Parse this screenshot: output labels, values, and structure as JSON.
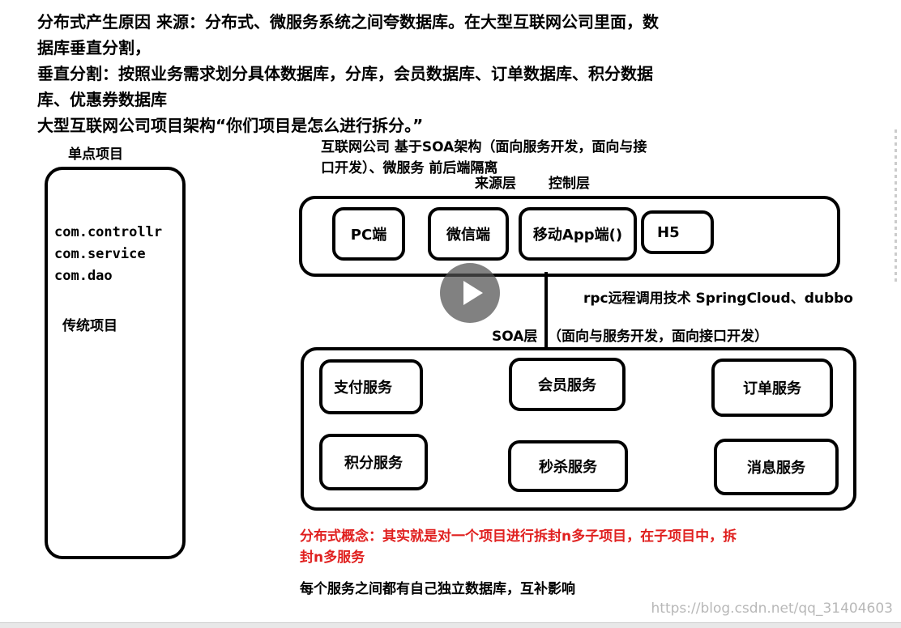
{
  "heading": {
    "line1": "分布式产生原因 来源：分布式、微服务系统之间夸数据库。在大型互联网公司里面，数",
    "line2": "据库垂直分割，",
    "line3": "垂直分割：按照业务需求划分具体数据库，分库，会员数据库、订单数据库、积分数据",
    "line4": "库、优惠券数据库",
    "line5": "大型互联网公司项目架构“你们项目是怎么进行拆分。”"
  },
  "single_project": {
    "title": "单点项目",
    "packages": [
      "com.controllr",
      "com.service",
      "com.dao"
    ],
    "caption": "传统项目"
  },
  "soa_intro": {
    "line1": "互联网公司 基于SOA架构（面向服务开发，面向与接",
    "line2": "口开发）、微服务 前后端隔离"
  },
  "layers": {
    "source": "来源层",
    "control": "控制层"
  },
  "clients": [
    "PC端",
    "微信端",
    "移动App端()",
    "H5"
  ],
  "rpc_label": "rpc远程调用技术 SpringCloud、dubbo",
  "soa_layer": {
    "label": "SOA层",
    "desc": "（面向与服务开发，面向接口开发）"
  },
  "services": [
    "支付服务",
    "会员服务",
    "订单服务",
    "积分服务",
    "秒杀服务",
    "消息服务"
  ],
  "concept": {
    "line1": "分布式概念：其实就是对一个项目进行拆封n多子项目，在子项目中，拆",
    "line2": "封n多服务"
  },
  "footer_note": "每个服务之间都有自己独立数据库，互补影响",
  "watermark": "https://blog.csdn.net/qq_31404603",
  "colors": {
    "text": "#000000",
    "concept": "#e0201f",
    "watermark": "#b8b8b8"
  }
}
